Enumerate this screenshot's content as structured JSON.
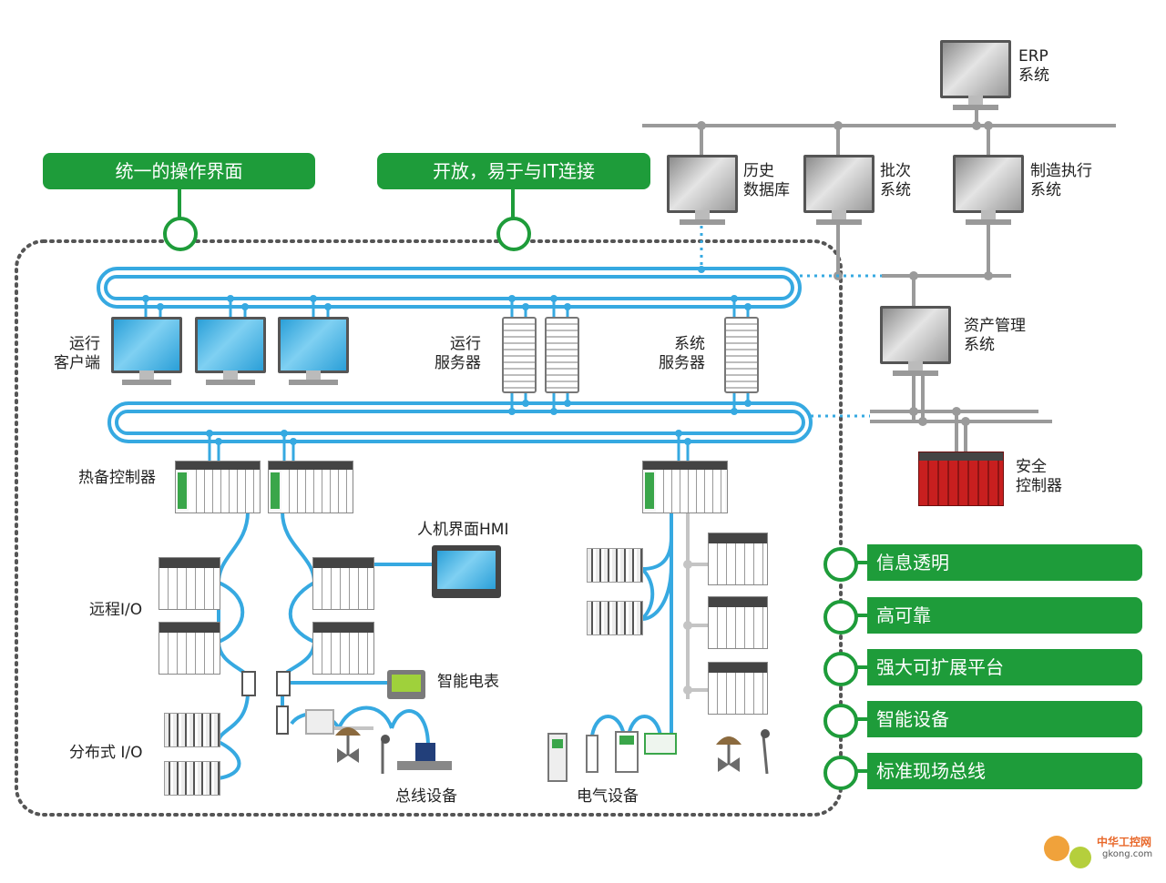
{
  "top_pills": [
    "统一的操作界面",
    "开放，易于与IT连接"
  ],
  "enterprise": {
    "erp": [
      "ERP",
      "系统"
    ],
    "historian": [
      "历史",
      "数据库"
    ],
    "batch": [
      "批次",
      "系统"
    ],
    "mes": [
      "制造执行",
      "系统"
    ],
    "asset": [
      "资产管理",
      "系统"
    ],
    "safety": [
      "安全",
      "控制器"
    ]
  },
  "system": {
    "run_client": [
      "运行",
      "客户端"
    ],
    "run_server": [
      "运行",
      "服务器"
    ],
    "sys_server": [
      "系统",
      "服务器"
    ],
    "hot_standby": "热备控制器",
    "hmi": "人机界面HMI",
    "remote_io": "远程I/O",
    "smart_meter": "智能电表",
    "distributed_io": "分布式 I/O",
    "bus_devices": "总线设备",
    "electrical_devices": "电气设备"
  },
  "features": [
    "信息透明",
    "高可靠",
    "强大可扩展平台",
    "智能设备",
    "标准现场总线"
  ],
  "watermark": {
    "name": "中华工控网",
    "url": "gkong.com"
  },
  "colors": {
    "green": "#1e9c3a",
    "network_blue": "#36a9e1",
    "dotted_border": "#555555"
  }
}
